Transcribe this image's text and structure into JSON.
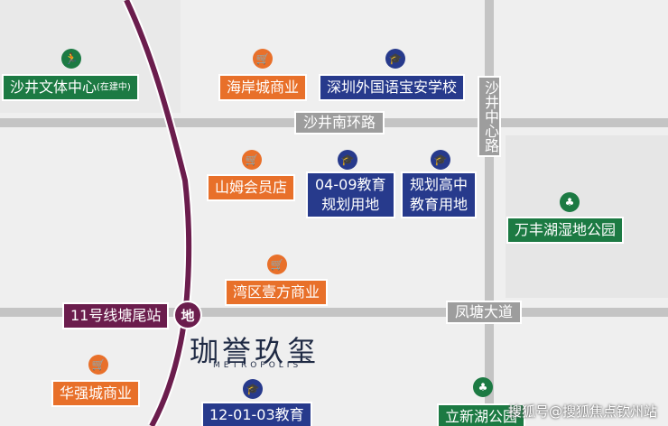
{
  "pois": {
    "shajing_sports": "沙井文体中心",
    "shajing_sports_note": "(在建中)",
    "haian_mall": "海岸城商业",
    "foreign_school": "深圳外国语宝安学校",
    "sams_club": "山姆会员店",
    "edu_0409_line1": "04-09教育",
    "edu_0409_line2": "规划用地",
    "highschool_line1": "规划高中",
    "highschool_line2": "教育用地",
    "wanfeng_park": "万丰湖湿地公园",
    "wanqu_mall": "湾区壹方商业",
    "huaqiang_mall": "华强城商业",
    "edu_120103_line1": "12-01-03教育",
    "lixin_park": "立新湖公园"
  },
  "roads": {
    "shajing_south_ring": "沙井南环路",
    "shajing_center": "沙井中心路",
    "fengtang": "凤塘大道"
  },
  "metro": {
    "station": "11号线塘尾站",
    "logo_glyph": "地"
  },
  "project": {
    "name": "珈誉玖玺",
    "sub": "METROPOLIS"
  },
  "watermark": "搜狐号@搜狐焦点钦州站",
  "icons": {
    "sports": "running-icon",
    "shopping": "shopping-cart-icon",
    "education": "graduation-cap-icon",
    "park": "tree-icon"
  },
  "colors": {
    "green": "#1c7a43",
    "orange": "#e8702a",
    "navy": "#273a8c",
    "metro": "#6b1d4d",
    "road": "#9d9d9d"
  }
}
